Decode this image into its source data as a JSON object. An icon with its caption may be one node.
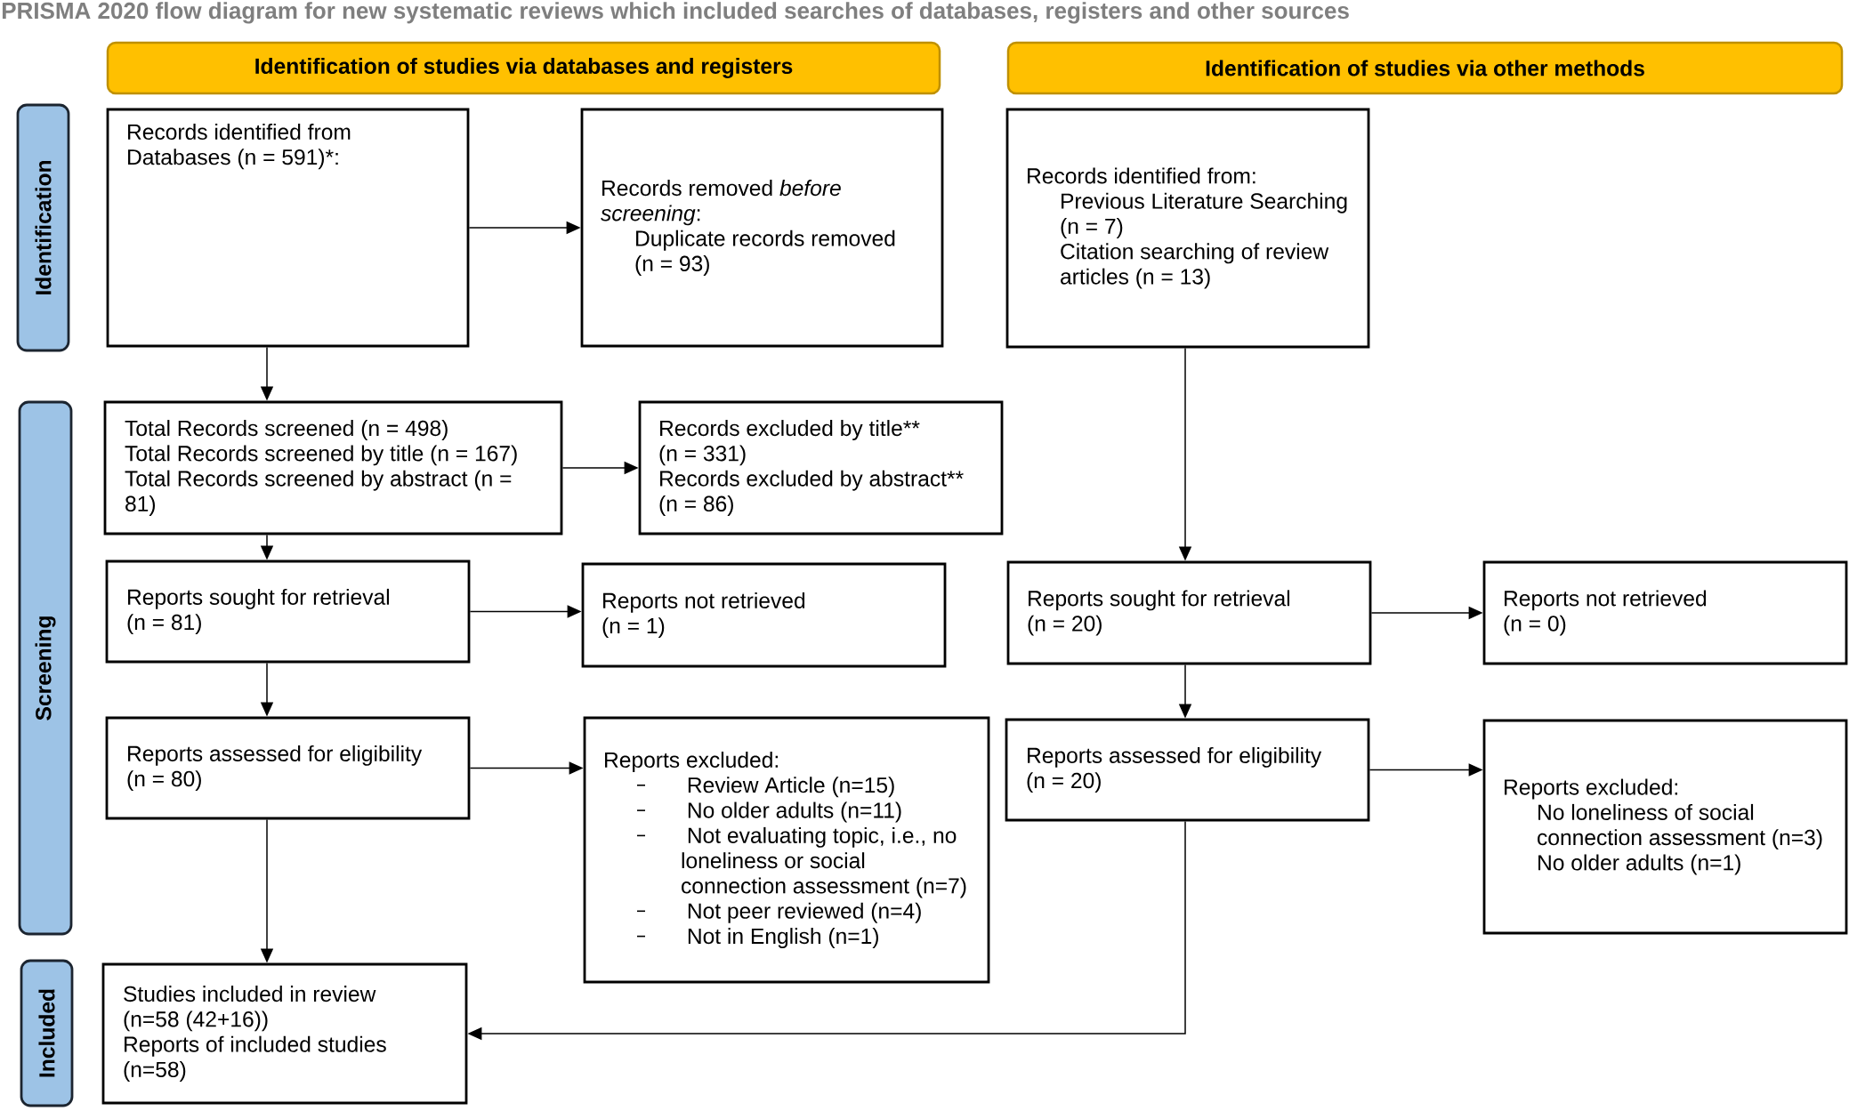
{
  "diagram": {
    "title": "PRISMA 2020 flow diagram for new systematic reviews which included searches of databases, registers and other sources",
    "nodes": [
      {
        "text": [
          "Identification of studies via databases and registers"
        ]
      },
      {
        "text": [
          "Identification of studies via other methods"
        ]
      },
      {
        "text": [
          "Identification"
        ]
      },
      {
        "text": [
          "Records identified from Databases (n = 591)*:"
        ]
      },
      {
        "text": [
          "Records removed *before screening*:",
          "Duplicate records removed (n = 93)"
        ]
      },
      {
        "text": [
          "Records identified from:",
          "Previous Literature Searching (n = 7)",
          "Citation searching of review articles (n = 13)"
        ]
      },
      {
        "text": [
          "Screening"
        ]
      },
      {
        "text": [
          "Total Records screened (n = 498)",
          "Total Records screened by title (n = 167)",
          "Total Records screened by abstract (n = 81)"
        ]
      },
      {
        "text": [
          "Records excluded by title** (n = 331)",
          "Records excluded by abstract** (n = 86)"
        ]
      },
      {
        "text": [
          "Reports sought for retrieval (n = 81)"
        ]
      },
      {
        "text": [
          "Reports not retrieved (n = 1)"
        ]
      },
      {
        "text": [
          "Reports sought for retrieval (n = 20)"
        ]
      },
      {
        "text": [
          "Reports not retrieved (n = 0)"
        ]
      },
      {
        "text": [
          "Reports assessed for eligibility (n = 80)"
        ]
      },
      {
        "text": [
          "Reports excluded:",
          "Review Article (n=15)",
          "No older adults (n=11)",
          "Not evaluating topic, i.e., no loneliness or social connection assessment (n=7)",
          "Not peer reviewed (n=4)",
          "Not in English (n=1)"
        ]
      },
      {
        "text": [
          "Reports assessed for eligibility (n = 20)"
        ]
      },
      {
        "text": [
          "Reports excluded:",
          "No loneliness of social connection assessment (n=3)",
          "No older adults (n=1)"
        ]
      },
      {
        "text": [
          "Included"
        ]
      },
      {
        "text": [
          "Studies included in review (n=58 (42+16))",
          "Reports of included studies (n=58)"
        ]
      }
    ],
    "edges": [
      {
        "from": 3,
        "to": 4,
        "arrow": "to"
      },
      {
        "from": 3,
        "to": 7,
        "arrow": "to"
      },
      {
        "from": 5,
        "to": 11,
        "arrow": "to"
      },
      {
        "from": 7,
        "to": 8,
        "arrow": "to"
      },
      {
        "from": 7,
        "to": 9,
        "arrow": "to"
      },
      {
        "from": 9,
        "to": 10,
        "arrow": "to"
      },
      {
        "from": 11,
        "to": 12,
        "arrow": "to"
      },
      {
        "from": 9,
        "to": 13,
        "arrow": "to"
      },
      {
        "from": 11,
        "to": 15,
        "arrow": "to"
      },
      {
        "from": 13,
        "to": 14,
        "arrow": "to"
      },
      {
        "from": 15,
        "to": 16,
        "arrow": "to"
      },
      {
        "from": 13,
        "to": 18,
        "arrow": "to"
      },
      {
        "from": 15,
        "to": 18,
        "arrow": "to"
      }
    ]
  }
}
